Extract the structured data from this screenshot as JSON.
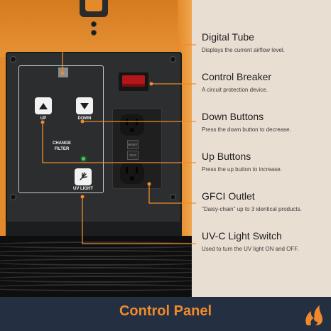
{
  "items": [
    {
      "title": "Digital Tube",
      "desc": "Displays the current airflow level."
    },
    {
      "title": "Control Breaker",
      "desc": "A circuit protection device."
    },
    {
      "title": "Down Buttons",
      "desc": "Press the down button to decrease."
    },
    {
      "title": "Up Buttons",
      "desc": "Press the up button to increase."
    },
    {
      "title": "GFCI Outlet",
      "desc": "\"Daisy-chain\" up to 3 identical products."
    },
    {
      "title": "UV-C Light Switch",
      "desc": "Used to turn the UV light ON and OFF."
    }
  ],
  "panel_labels": {
    "up": "UP",
    "down": "DOWN",
    "change_filter_1": "CHANGE",
    "change_filter_2": "FILTER",
    "uv_light": "UV LIGHT"
  },
  "outlet_labels": {
    "reset": "RESET",
    "test": "TEST"
  },
  "footer": {
    "title": "Control Panel"
  },
  "colors": {
    "accent": "#f08a2c",
    "footer_bg": "#243042",
    "background": "#e9ded2",
    "device_orange": "#e48a2a",
    "callout_line": "#f08a2c"
  }
}
